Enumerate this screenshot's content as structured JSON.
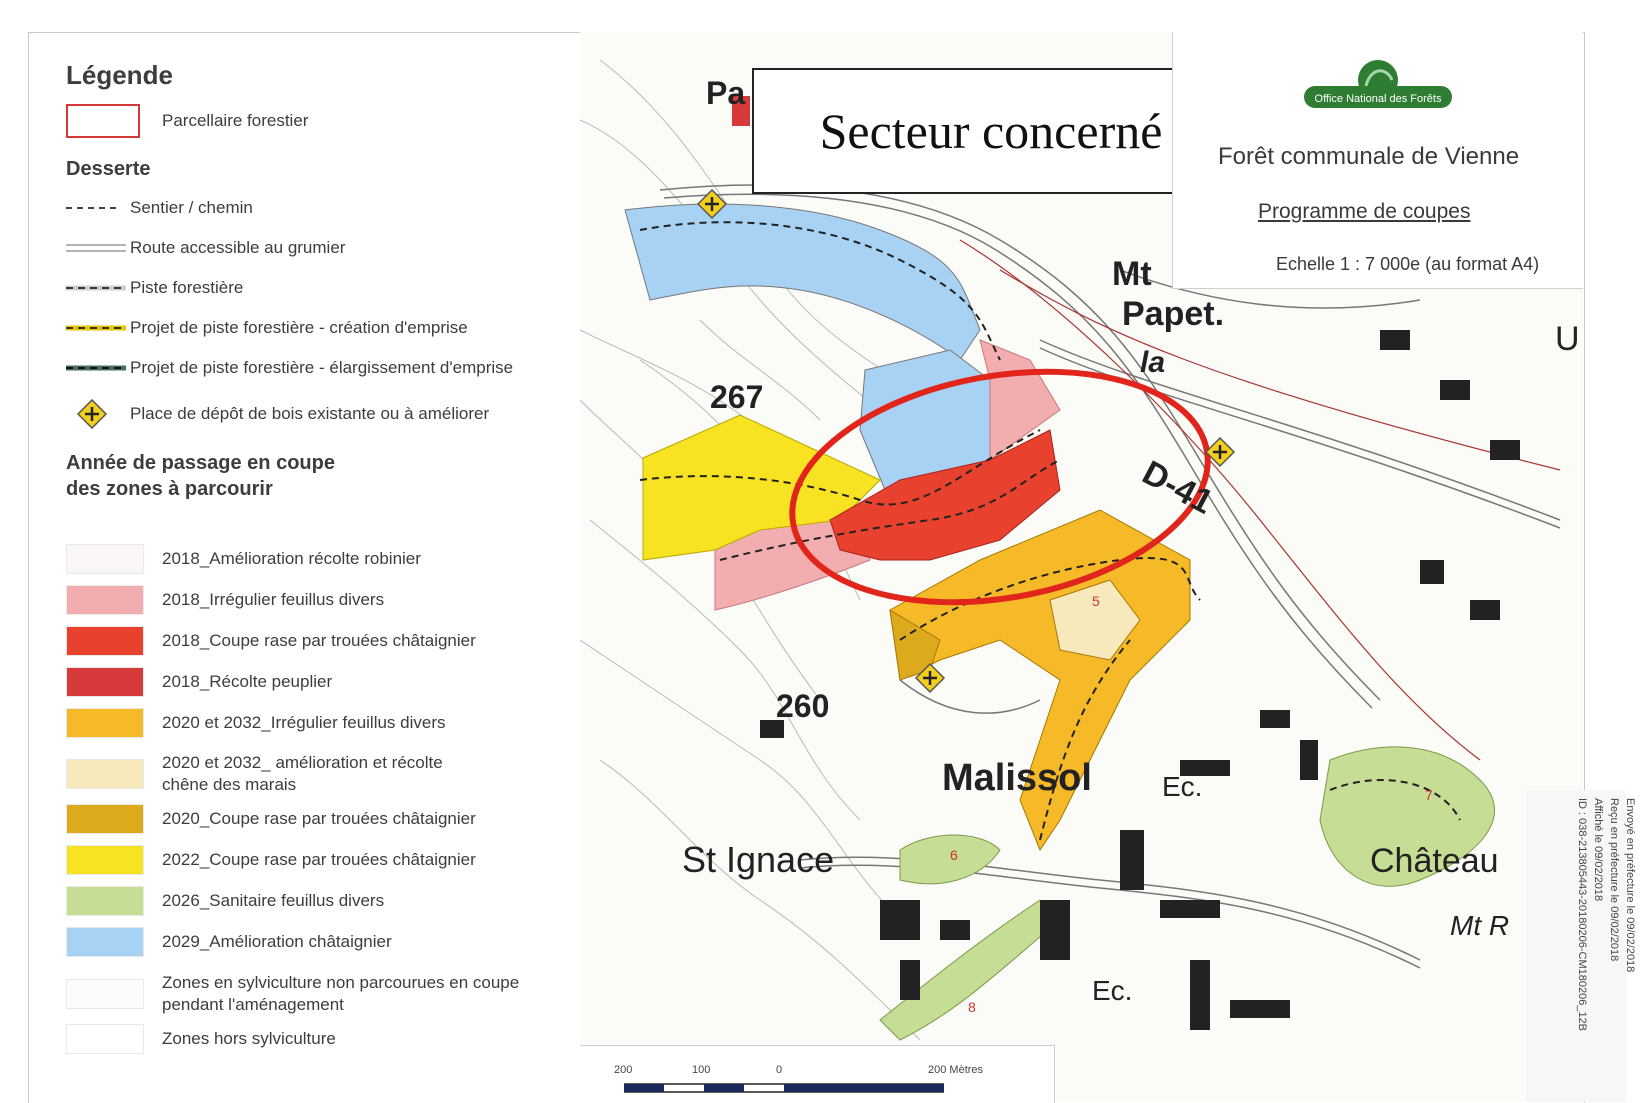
{
  "legend": {
    "title": "Légende",
    "parcel_label": "Parcellaire forestier",
    "desserte_title": "Desserte",
    "lines": [
      {
        "label": "Sentier / chemin",
        "style": "dashed-thin"
      },
      {
        "label": "Route accessible au grumier",
        "style": "double"
      },
      {
        "label": "Piste forestière",
        "style": "dashed-thick"
      },
      {
        "label": "Projet de piste forestière - création d'emprise",
        "style": "dashed-yellow"
      },
      {
        "label": "Projet de piste forestière - élargissement d'emprise",
        "style": "dashed-dark"
      }
    ],
    "depot_label": "Place de dépôt de bois existante ou à améliorer",
    "years_title_line1": "Année de passage en coupe",
    "years_title_line2": "des zones à parcourir",
    "zones": [
      {
        "label": "2018_Amélioration récolte robinier",
        "color": "#fbf6f6"
      },
      {
        "label": "2018_Irrégulier feuillus divers",
        "color": "#f1adb0"
      },
      {
        "label": "2018_Coupe rase par trouées châtaignier",
        "color": "#e8412e"
      },
      {
        "label": "2018_Récolte peuplier",
        "color": "#d63a3a"
      },
      {
        "label": "2020 et 2032_Irrégulier feuillus divers",
        "color": "#f6b928"
      },
      {
        "label": "2020 et 2032_ amélioration et récolte",
        "label2": "chêne des marais",
        "color": "#f8e9bc"
      },
      {
        "label": "2020_Coupe rase par trouées châtaignier",
        "color": "#ddaa1d"
      },
      {
        "label": "2022_Coupe rase par trouées châtaignier",
        "color": "#f7e321"
      },
      {
        "label": "2026_Sanitaire feuillus divers",
        "color": "#c6dd95"
      },
      {
        "label": "2029_Amélioration châtaignier",
        "color": "#a7d2f3"
      },
      {
        "label": "Zones en sylviculture non parcourues en coupe",
        "label2": "pendant l'aménagement",
        "color": "#fcfcfc"
      },
      {
        "label": "Zones hors sylviculture",
        "color": "#ffffff"
      }
    ]
  },
  "map": {
    "callout": "Secteur concerné",
    "logo_text": "Office National des Forêts",
    "forest_name": "Forêt communale de Vienne",
    "program": "Programme de coupes",
    "scale": "Echelle  1 : 7 000e (au format A4)",
    "labels": {
      "mt_papet_1": "Mt",
      "mt_papet_2": "Papet.",
      "la": "la",
      "d41": "D-41",
      "alt267": "267",
      "alt260": "260",
      "malissol": "Malissol",
      "ec1": "Ec.",
      "ec2": "Ec.",
      "st_ignace": "St Ignace",
      "chateau": "Château",
      "u": "U",
      "pa": "Pa",
      "mtr": "Mt R"
    },
    "parcel_numbers": [
      "5",
      "6",
      "7",
      "8"
    ],
    "scalebar": {
      "t0": "200",
      "t1": "100",
      "t2": "0",
      "t3": "200 Mètres"
    }
  },
  "stamp": {
    "line1": "Envoyé en préfecture le 09/02/2018",
    "line2": "Reçu en préfecture le 09/02/2018",
    "line3": "Affiché le 09/02/2018",
    "line4": "ID : 038-213805443-20180206-CM180206_12B"
  }
}
